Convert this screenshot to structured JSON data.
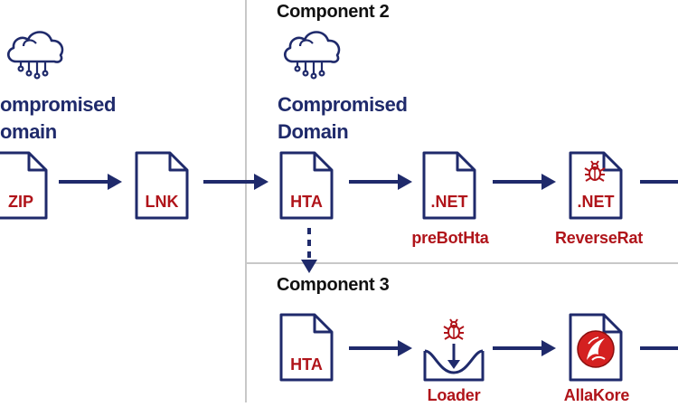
{
  "colors": {
    "navy": "#1f2a6b",
    "red": "#b0141a",
    "divider": "#c8c8c8"
  },
  "components": [
    {
      "title": "",
      "domain": {
        "line1": "ompromised",
        "line2": "omain",
        "icon": "cloud-network-icon"
      },
      "files": [
        {
          "ext": "ZIP",
          "caption": ""
        },
        {
          "ext": "LNK",
          "caption": ""
        }
      ]
    },
    {
      "title": "Component 2",
      "domain": {
        "line1": "Compromised",
        "line2": "Domain",
        "icon": "cloud-network-icon"
      },
      "files": [
        {
          "ext": "HTA",
          "caption": ""
        },
        {
          "ext": ".NET",
          "caption": "preBotHta"
        },
        {
          "ext": ".NET",
          "caption": "ReverseRat",
          "icon": "bug-icon"
        }
      ]
    },
    {
      "title": "Component 3",
      "files": [
        {
          "ext": "HTA",
          "caption": ""
        },
        {
          "ext": "",
          "caption": "Loader",
          "icon": "bug-icon"
        },
        {
          "ext": "",
          "caption": "AllaKore",
          "icon": "allakore-logo"
        }
      ]
    }
  ]
}
